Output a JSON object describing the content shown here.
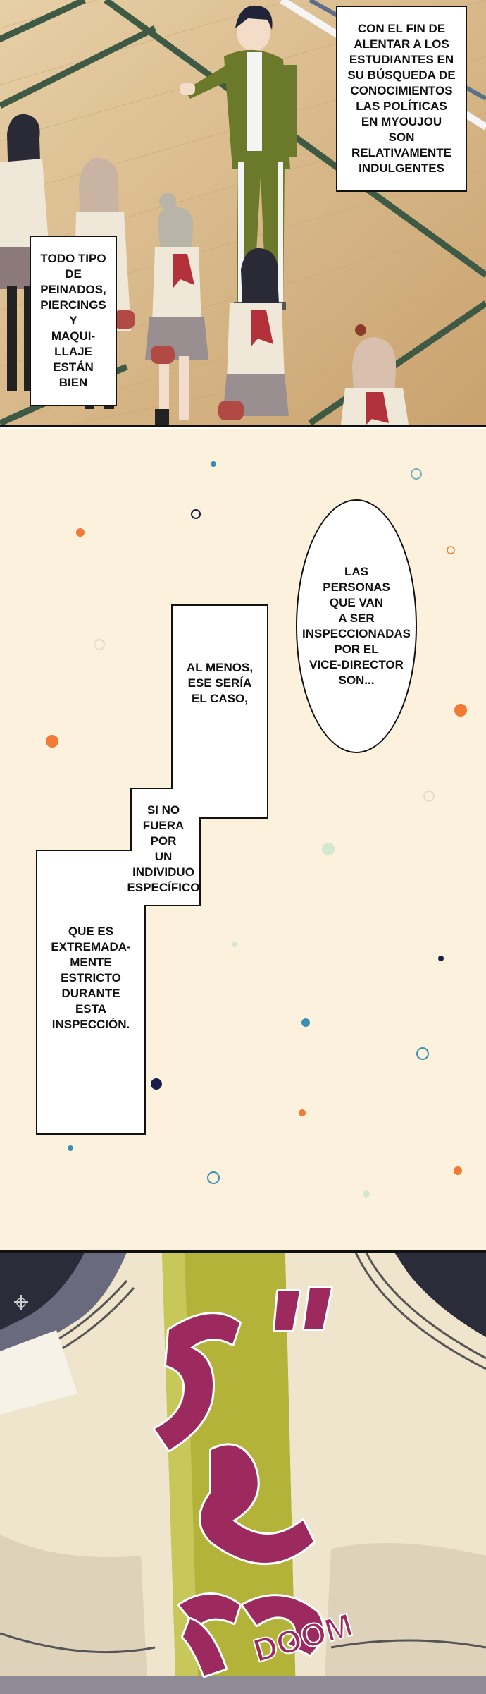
{
  "panels": [
    {
      "captions": [
        "CON EL FIN DE\nALENTAR A LOS\nESTUDIANTES EN\nSU BÚSQUEDA DE\nCONOCIMIENTOS\nLAS POLÍTICAS\nEN MYOUJOU\nSON\nRELATIVAMENTE\nINDULGENTES",
        "TODO TIPO\nDE\nPEINADOS,\nPIERCINGS\nY\nMAQUI-\nLLAJE\nESTÁN\nBIEN"
      ]
    },
    {
      "bubble": "LAS\nPERSONAS\nQUE VAN\nA SER\nINSPECCIONADAS\nPOR EL\nVICE-DIRECTOR\nSON...",
      "narration": [
        "AL MENOS,\nESE SERÍA\nEL CASO,",
        "SI NO\nFUERA\nPOR\nUN\nINDIVIDUO\nESPECÍFICO",
        "QUE ES\nEXTREMADA-\nMENTE\nESTRICTO\nDURANTE\nESTA\nINSPECCIÓN."
      ]
    },
    {
      "sfx": "DOOM"
    }
  ],
  "colors": {
    "floor": "#d9b98d",
    "floor_line": "#3f5a44",
    "cream_bg": "#fbf1dc",
    "jacket_green": "#6b7a2a",
    "sweater": "#efe4cc",
    "sfx_magenta": "#9c2a5e",
    "dot_orange": "#f07a36",
    "dot_teal": "#3b8fb0",
    "dot_navy": "#1a1c4a"
  }
}
